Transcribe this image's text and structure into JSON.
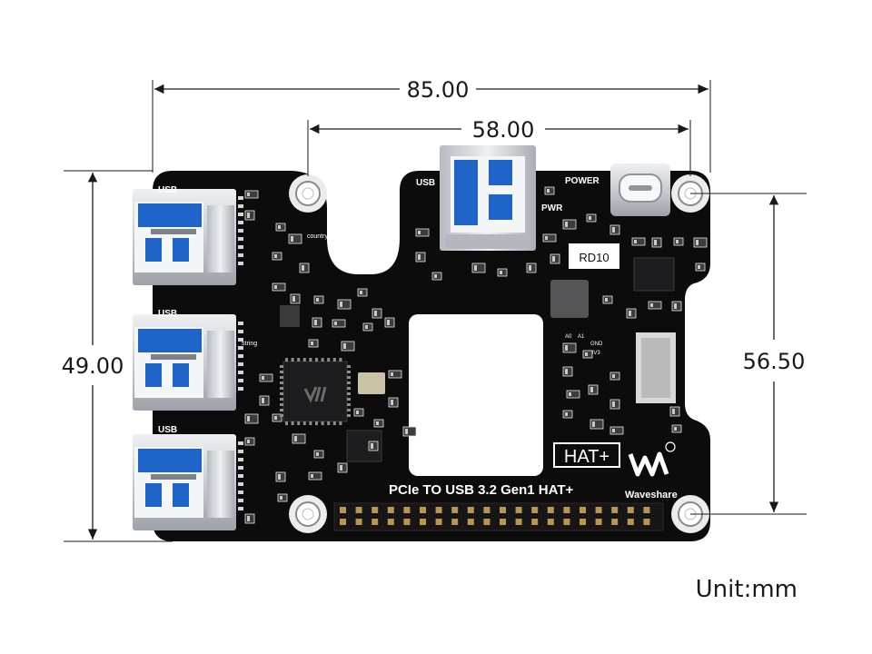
{
  "dimensions": {
    "overall_width": "85.00",
    "hole_spacing_x": "58.00",
    "overall_height": "49.00",
    "hole_spacing_y": "56.50"
  },
  "unit": "Unit:mm",
  "board": {
    "title": "PCIe TO USB 3.2 Gen1 HAT+",
    "hat_label": "HAT+",
    "brand": "Waveshare",
    "chip_label": "RD10",
    "silkscreen": {
      "usb": "USB",
      "power": "POWER",
      "pwr": "PWR",
      "country": "country",
      "string": "string",
      "a0": "A0",
      "a1": "A1",
      "gnd": "GND",
      "v33": "3V3"
    }
  },
  "colors": {
    "pcb": "#0c0c0c",
    "silkscreen": "#ffffff",
    "usb_blue": "#1f64c8",
    "metal": "#d2d4d8",
    "gold": "#b89650",
    "dimension_line": "#1a1a1a"
  }
}
